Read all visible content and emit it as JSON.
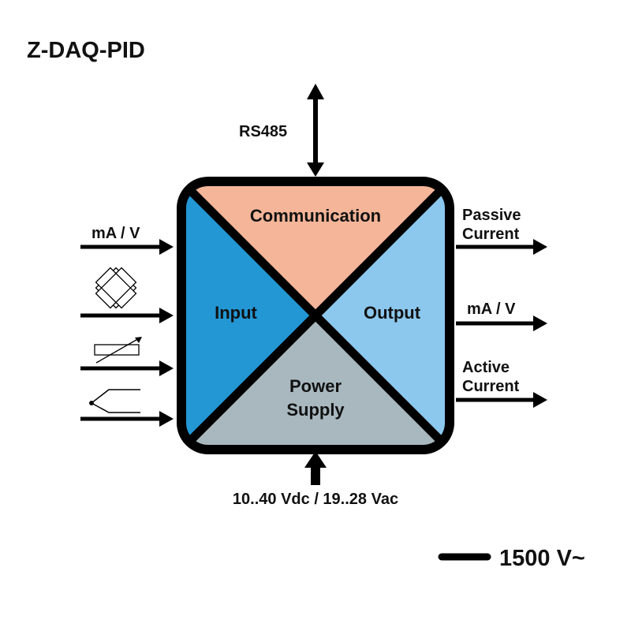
{
  "title": "Z-DAQ-PID",
  "bus": {
    "label": "RS485"
  },
  "sections": {
    "communication": {
      "label": "Communication",
      "color": "#f4b598"
    },
    "input": {
      "label": "Input",
      "color": "#2297d4"
    },
    "output": {
      "label": "Output",
      "color": "#8cc8ee"
    },
    "power": {
      "line1": "Power",
      "line2": "Supply",
      "color": "#a9b8bf"
    }
  },
  "inputs": [
    {
      "label": "mA / V"
    },
    {
      "icon": "resistor-bridge-icon"
    },
    {
      "icon": "potentiometer-icon"
    },
    {
      "icon": "thermocouple-icon"
    }
  ],
  "outputs": [
    {
      "line1": "Passive",
      "line2": "Current"
    },
    {
      "line1": "mA / V",
      "line2": ""
    },
    {
      "line1": "Active",
      "line2": "Current"
    }
  ],
  "supply": {
    "label": "10..40 Vdc / 19..28 Vac"
  },
  "isolation": {
    "label": "1500 V~"
  }
}
